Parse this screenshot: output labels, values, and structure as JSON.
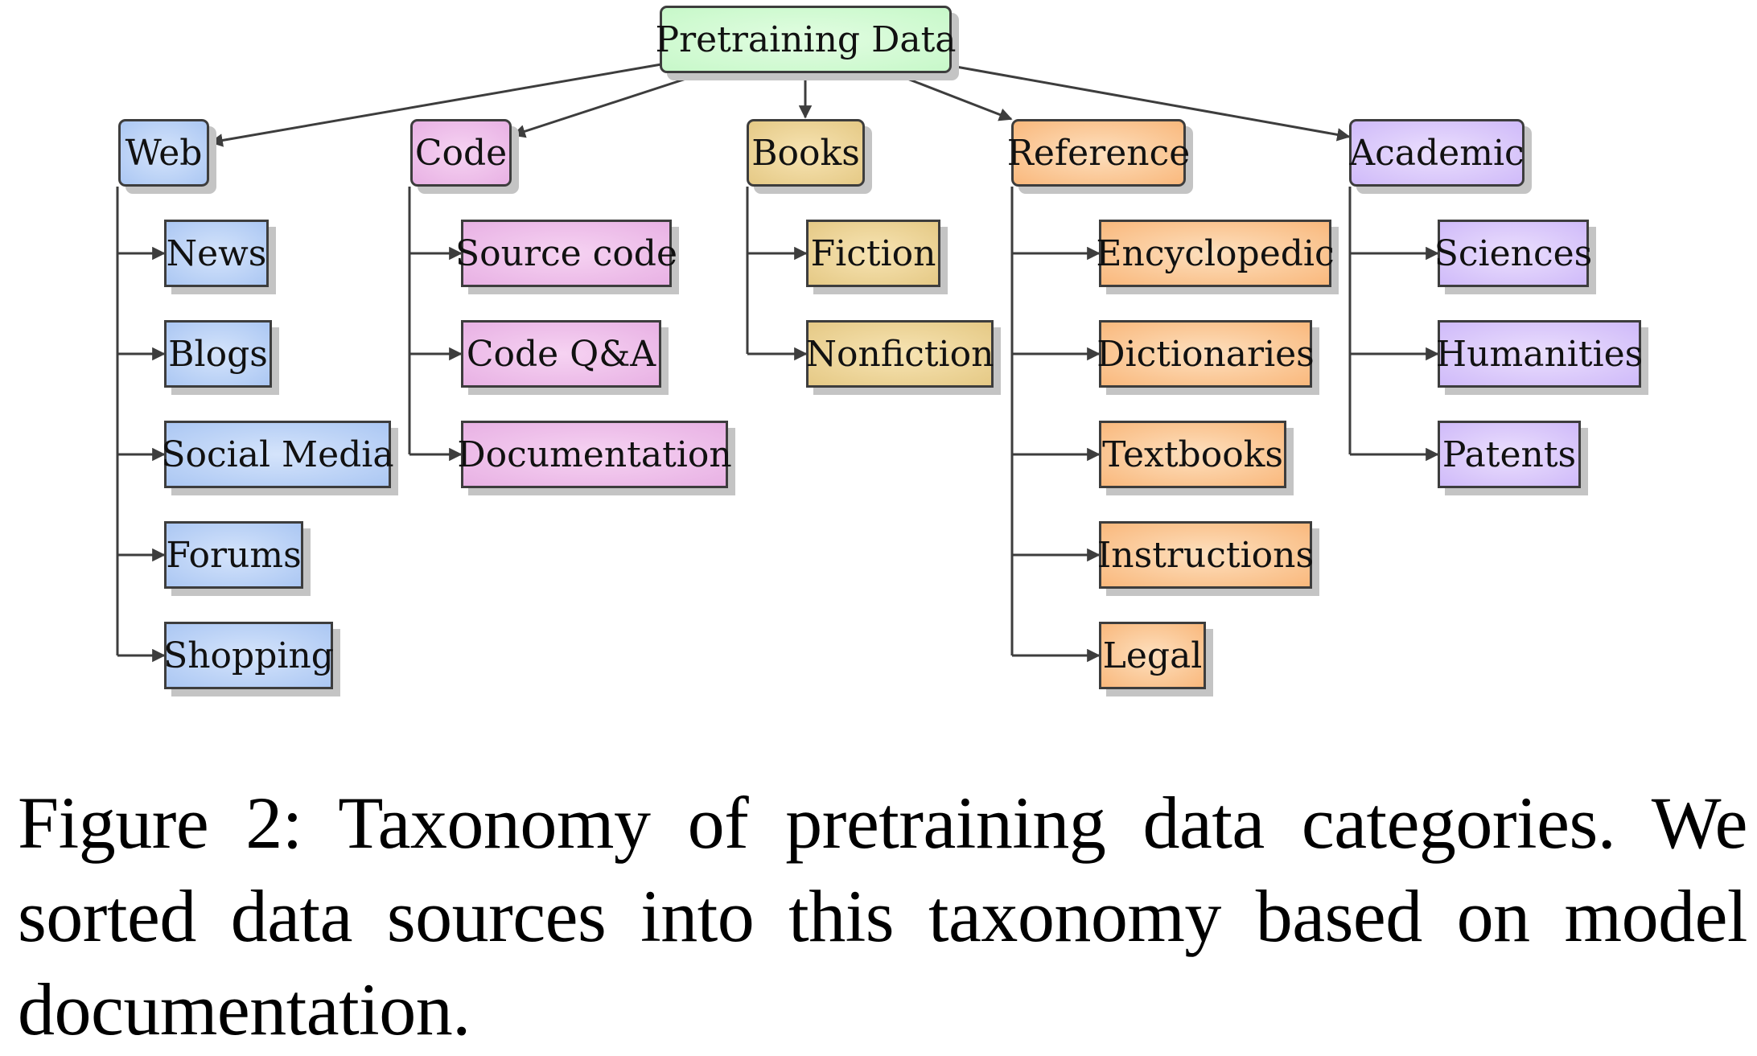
{
  "root": {
    "label": "Pretraining Data",
    "color": "#c7f8c9"
  },
  "categories": [
    {
      "id": "web",
      "label": "Web",
      "color": "#abc7f3",
      "children": [
        "News",
        "Blogs",
        "Social Media",
        "Forums",
        "Shopping"
      ]
    },
    {
      "id": "code",
      "label": "Code",
      "color": "#e8b1e4",
      "children": [
        "Source code",
        "Code Q&A",
        "Documentation"
      ]
    },
    {
      "id": "books",
      "label": "Books",
      "color": "#e5c985",
      "children": [
        "Fiction",
        "Nonfiction"
      ]
    },
    {
      "id": "reference",
      "label": "Reference",
      "color": "#f9b87c",
      "children": [
        "Encyclopedic",
        "Dictionaries",
        "Textbooks",
        "Instructions",
        "Legal"
      ]
    },
    {
      "id": "academic",
      "label": "Academic",
      "color": "#cfbaf9",
      "children": [
        "Sciences",
        "Humanities",
        "Patents"
      ]
    }
  ],
  "caption": "Figure 2: Taxonomy of pretraining data categories. We sorted data sources into this taxonomy based on model documentation."
}
